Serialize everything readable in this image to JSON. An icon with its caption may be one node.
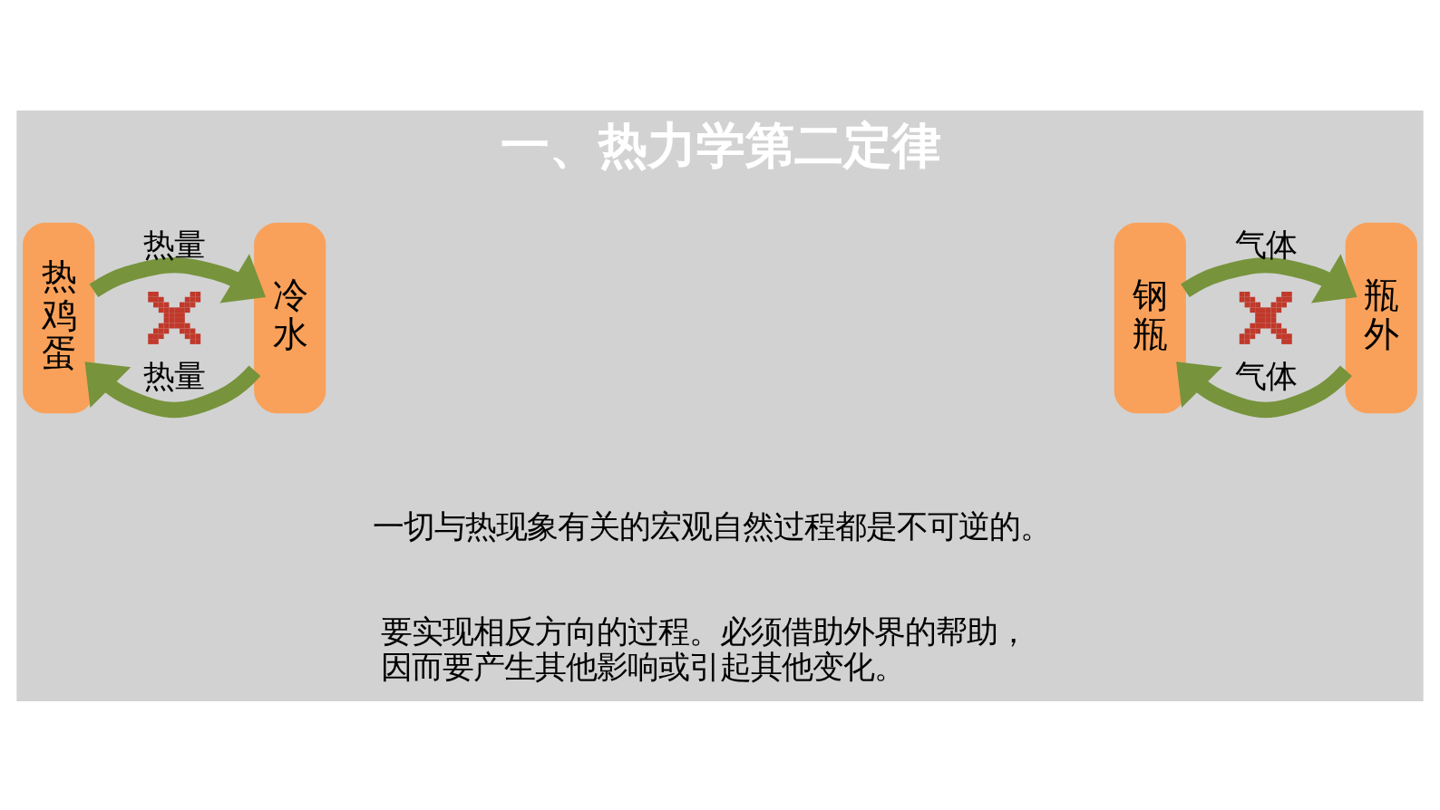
{
  "diagram": {
    "title": "一、热力学第二定律",
    "nodes": [
      {
        "text": [
          "热鸡蛋"
        ]
      },
      {
        "text": [
          "冷水"
        ]
      },
      {
        "text": [
          "钢瓶"
        ]
      },
      {
        "text": [
          "瓶外"
        ]
      },
      {
        "text": [],
        "shape": "cross"
      },
      {
        "text": [],
        "shape": "cross"
      }
    ],
    "edges": [
      {
        "from": 0,
        "to": 1,
        "arrow": "to",
        "label": "热量"
      },
      {
        "from": 1,
        "to": 0,
        "arrow": "to",
        "label": "热量"
      },
      {
        "from": 2,
        "to": 3,
        "arrow": "to",
        "label": "气体"
      },
      {
        "from": 3,
        "to": 2,
        "arrow": "to",
        "label": "气体"
      }
    ],
    "labels": [
      "一切与热现象有关的宏观自然过程都是不可逆的。",
      "要实现相反方向的过程。必须借助外界的帮助，因而要产生其他影响或引起其他变化。"
    ]
  }
}
